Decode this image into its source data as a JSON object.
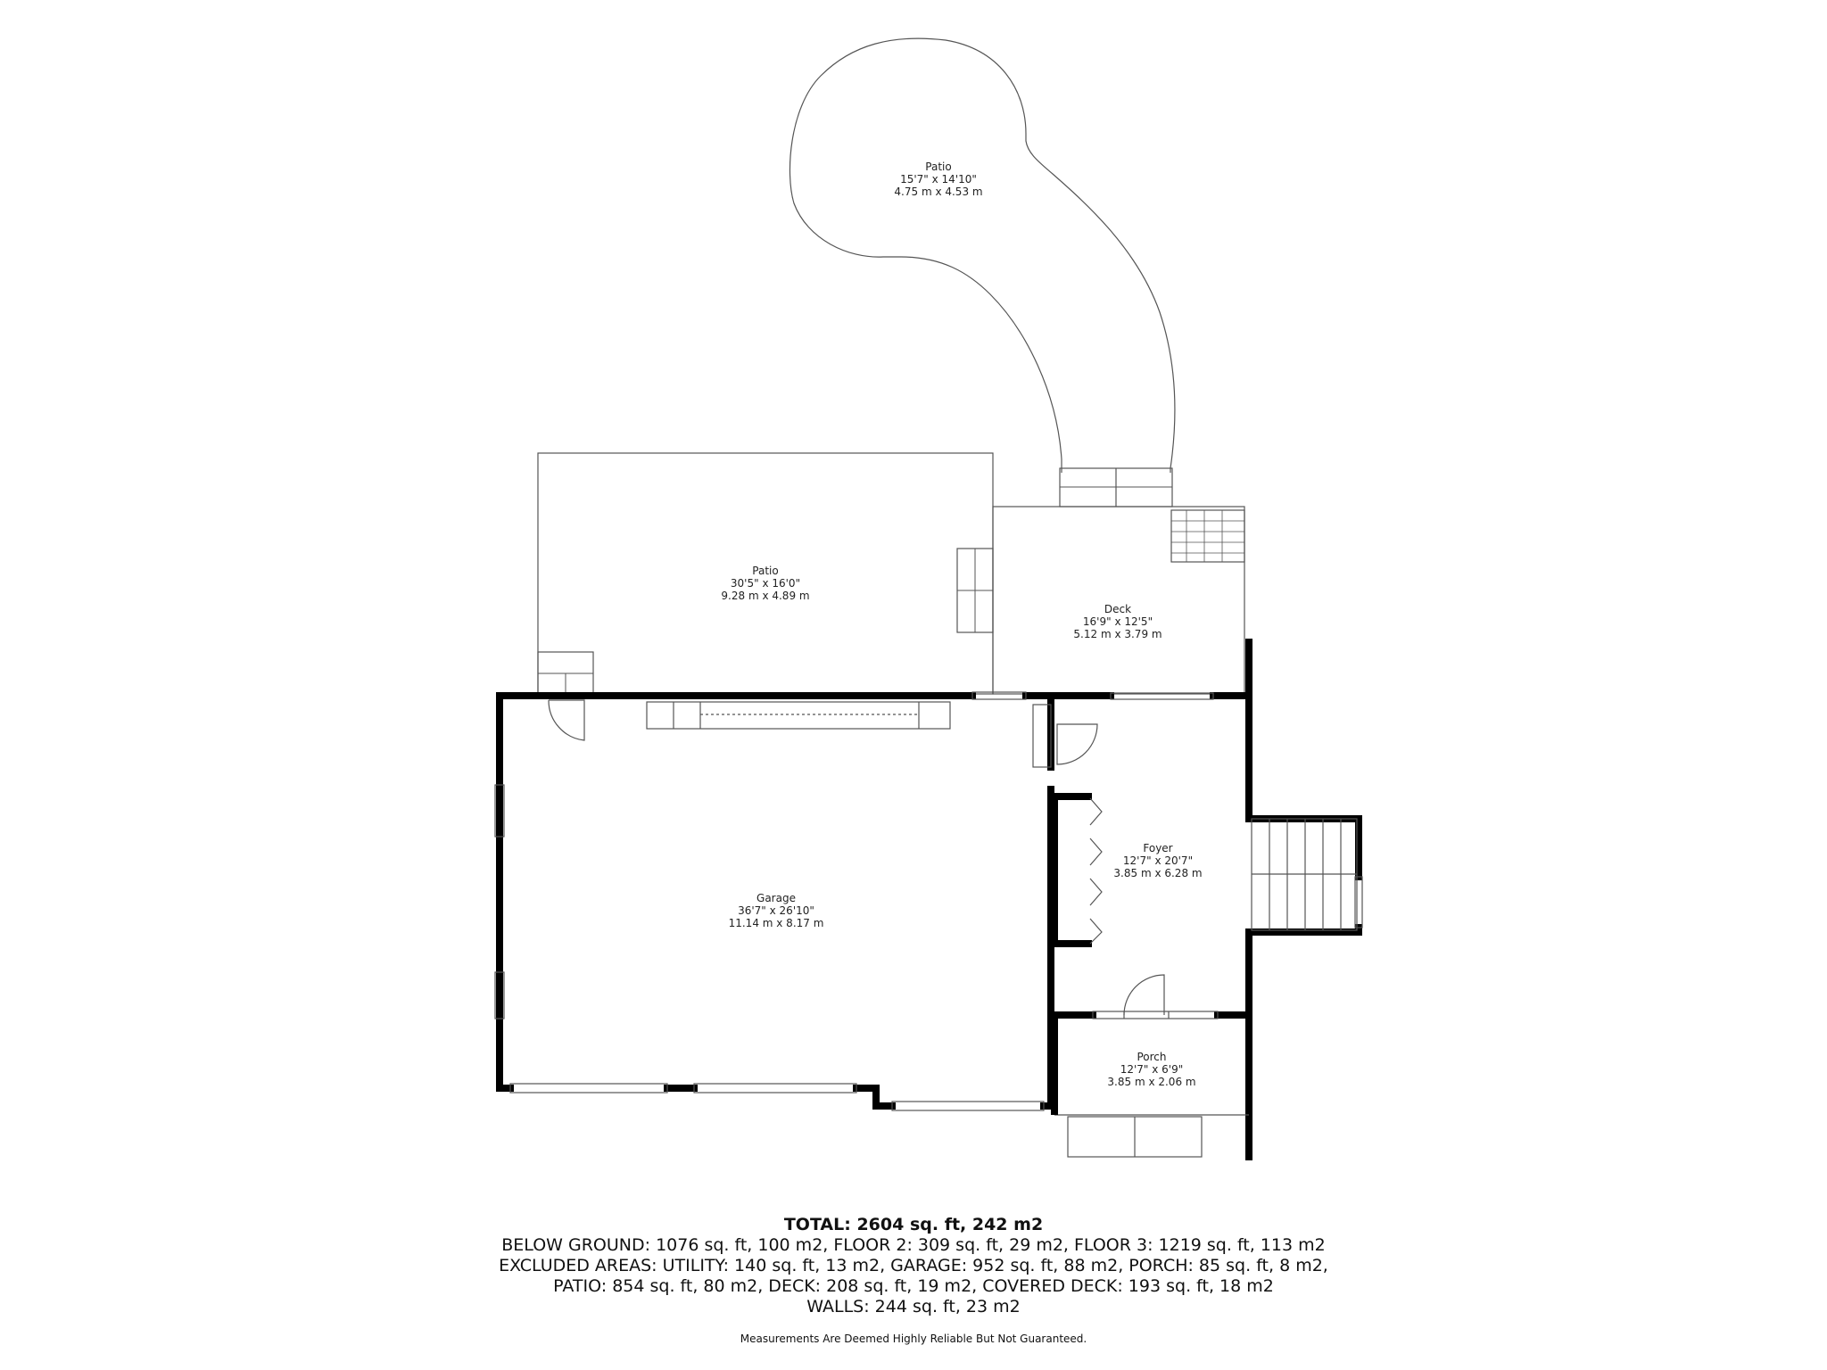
{
  "rooms": {
    "patio_top": {
      "name": "Patio",
      "dim_imperial": "15'7\" x 14'10\"",
      "dim_metric": "4.75 m x 4.53 m"
    },
    "patio_left": {
      "name": "Patio",
      "dim_imperial": "30'5\" x 16'0\"",
      "dim_metric": "9.28 m x 4.89 m"
    },
    "deck": {
      "name": "Deck",
      "dim_imperial": "16'9\" x 12'5\"",
      "dim_metric": "5.12 m x 3.79 m"
    },
    "garage": {
      "name": "Garage",
      "dim_imperial": "36'7\" x 26'10\"",
      "dim_metric": "11.14 m x 8.17 m"
    },
    "foyer": {
      "name": "Foyer",
      "dim_imperial": "12'7\" x 20'7\"",
      "dim_metric": "3.85 m x 6.28 m"
    },
    "porch": {
      "name": "Porch",
      "dim_imperial": "12'7\" x 6'9\"",
      "dim_metric": "3.85 m x 2.06 m"
    }
  },
  "summary": {
    "total": "TOTAL: 2604 sq. ft, 242 m2",
    "line1": "BELOW GROUND: 1076 sq. ft, 100 m2, FLOOR 2: 309 sq. ft, 29 m2, FLOOR 3: 1219 sq. ft, 113 m2",
    "line2": "EXCLUDED AREAS: UTILITY: 140 sq. ft, 13 m2, GARAGE: 952 sq. ft, 88 m2, PORCH: 85 sq. ft, 8 m2,",
    "line3": "PATIO: 854 sq. ft, 80 m2, DECK: 208 sq. ft, 19 m2, COVERED DECK: 193 sq. ft, 18 m2",
    "line4": "WALLS: 244 sq. ft, 23 m2",
    "disclaimer": "Measurements Are Deemed Highly Reliable But Not Guaranteed."
  },
  "colors": {
    "wall": "#000000",
    "outline": "#555555",
    "background": "#ffffff"
  }
}
